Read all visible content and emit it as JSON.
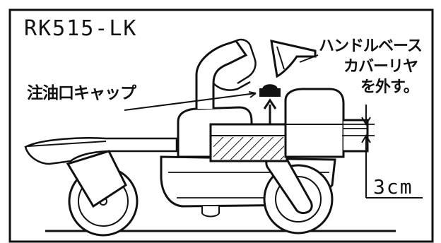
{
  "model_label": "RK515-LK",
  "fuel_cap_label": "注油口キャップ",
  "handle_base_instruction": {
    "line1": "ハンドルベース",
    "line2": "カバーリヤ",
    "line3": "を外す。"
  },
  "measurement_label": "3cm",
  "colors": {
    "ink": "#111111",
    "background": "#ffffff"
  }
}
